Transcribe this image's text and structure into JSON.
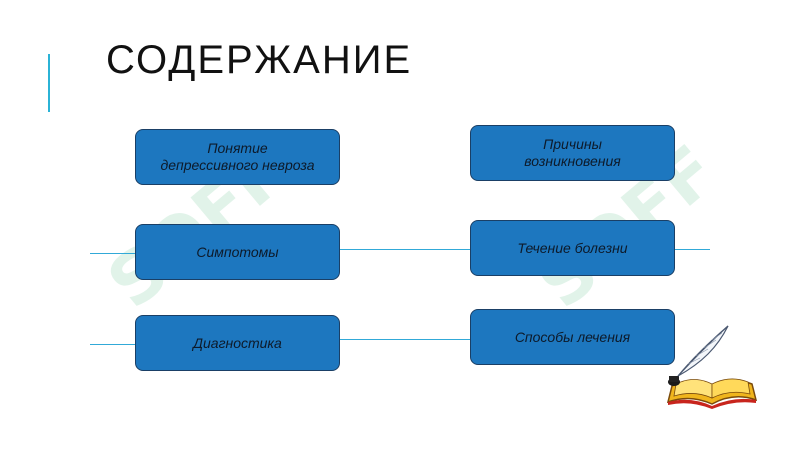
{
  "slide": {
    "title": "СОДЕРЖАНИЕ",
    "boxes": [
      {
        "line1": "Понятие",
        "line2": "депрессивного невроза"
      },
      {
        "line1": "Причины",
        "line2": "возникновения"
      },
      {
        "line1": "Симпотомы",
        "line2": ""
      },
      {
        "line1": "Течение болезни",
        "line2": ""
      },
      {
        "line1": "Диагностика",
        "line2": ""
      },
      {
        "line1": "Способы лечения",
        "line2": ""
      }
    ]
  },
  "watermark": {
    "text": "SOFF",
    "color": "#5cc08a"
  },
  "colors": {
    "box_fill": "#1d77bf",
    "box_border": "#1a3f66",
    "connector": "#31a9d8",
    "accent": "#2bb3d6"
  },
  "icons": {
    "decoration": "quill-and-book-icon"
  }
}
